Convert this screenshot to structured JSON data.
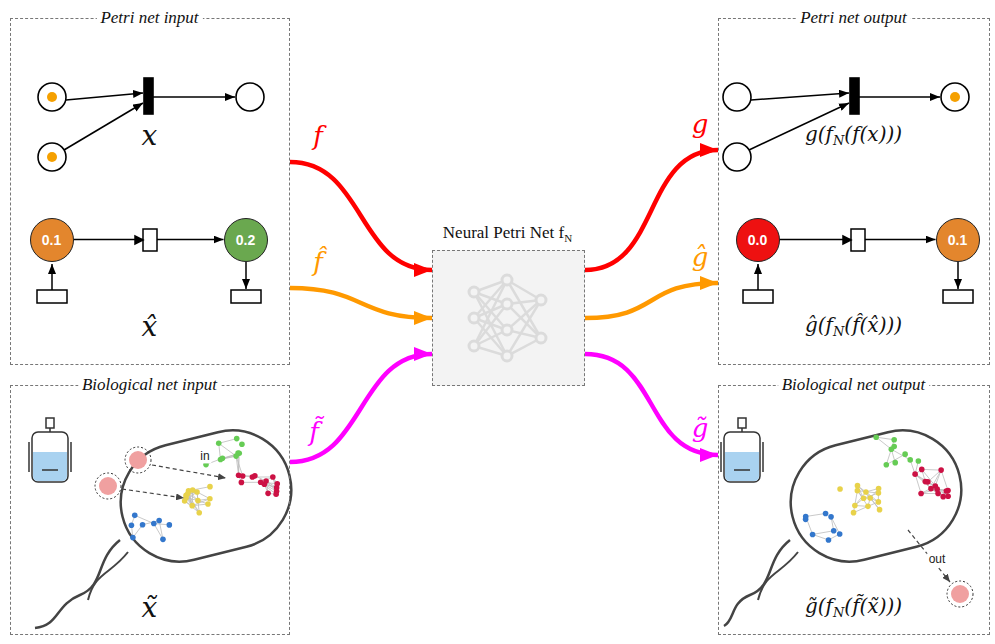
{
  "diagram": {
    "nodes": [
      {
        "text": [
          "Petri net input",
          "x",
          "x̂"
        ]
      },
      {
        "text": [
          "0.1"
        ],
        "in": 0
      },
      {
        "text": [
          "0.2"
        ],
        "in": 0
      },
      {
        "text": [
          "Biological net input",
          "x̃"
        ]
      },
      {
        "text": [
          "Neural Petri Net fN"
        ]
      },
      {
        "text": [
          "Petri net output",
          "g(fN(f(x)))",
          "ĝ(fN(f̂(x̂)))"
        ]
      },
      {
        "text": [
          "0.0"
        ],
        "in": 5
      },
      {
        "text": [
          "0.1"
        ],
        "in": 5
      },
      {
        "text": [
          "Biological net output",
          "g̃(fN(f̃(x̃)))"
        ]
      }
    ],
    "edges": [
      {
        "from": 0,
        "to": 4,
        "arrow": "to",
        "label": "f"
      },
      {
        "from": 0,
        "to": 4,
        "arrow": "to",
        "label": "f̂"
      },
      {
        "from": 3,
        "to": 4,
        "arrow": "to",
        "label": "f̃"
      },
      {
        "from": 4,
        "to": 5,
        "arrow": "to",
        "label": "g"
      },
      {
        "from": 4,
        "to": 5,
        "arrow": "to",
        "label": "ĝ"
      },
      {
        "from": 4,
        "to": 8,
        "arrow": "to",
        "label": "g̃"
      },
      {
        "from": 1,
        "to": 2,
        "arrow": "to"
      },
      {
        "from": 6,
        "to": 7,
        "arrow": "to"
      }
    ],
    "labels": [
      "in",
      "out"
    ]
  }
}
